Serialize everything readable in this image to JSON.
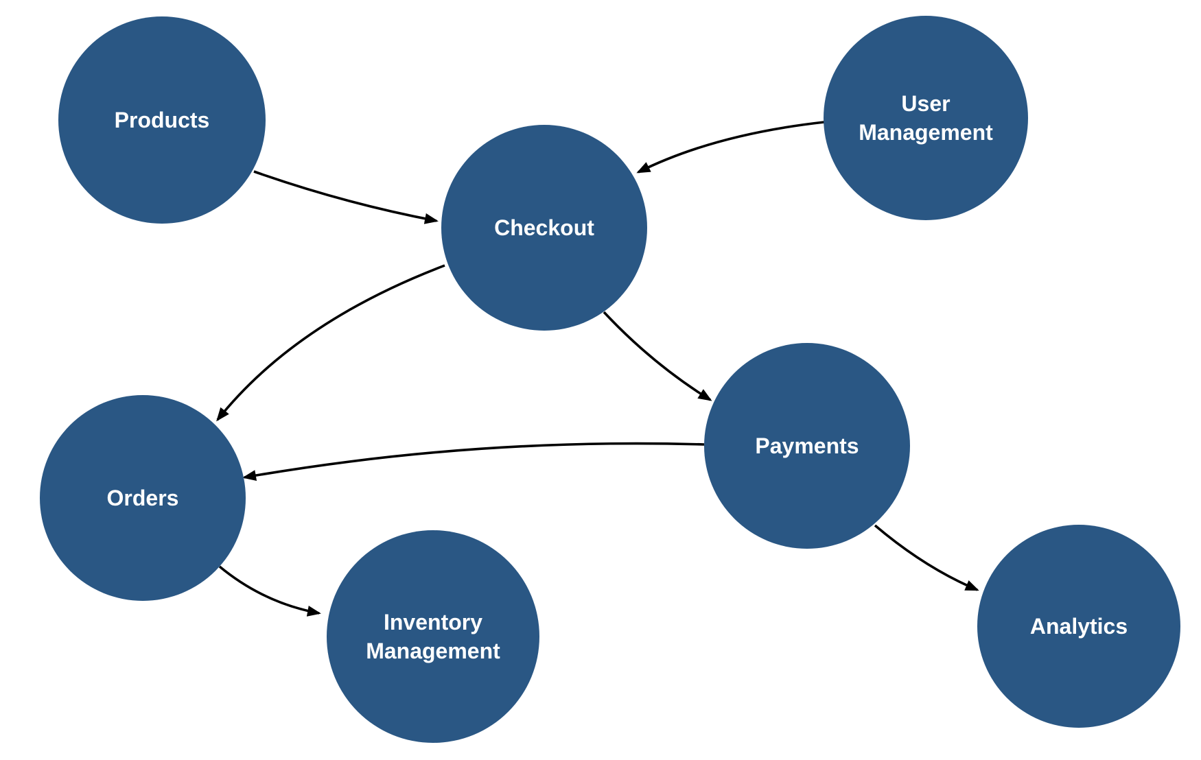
{
  "diagram": {
    "background_color": "#ffffff",
    "node_fill_color": "#2A5784",
    "node_text_color": "#ffffff",
    "edge_color": "#000000",
    "nodes": [
      {
        "id": "products",
        "label": "Products"
      },
      {
        "id": "user-management",
        "label": "User Management"
      },
      {
        "id": "checkout",
        "label": "Checkout"
      },
      {
        "id": "payments",
        "label": "Payments"
      },
      {
        "id": "orders",
        "label": "Orders"
      },
      {
        "id": "inventory-management",
        "label": "Inventory Management"
      },
      {
        "id": "analytics",
        "label": "Analytics"
      }
    ],
    "edges": [
      {
        "from": "Products",
        "to": "Checkout"
      },
      {
        "from": "User Management",
        "to": "Checkout"
      },
      {
        "from": "Checkout",
        "to": "Payments"
      },
      {
        "from": "Checkout",
        "to": "Orders"
      },
      {
        "from": "Payments",
        "to": "Orders"
      },
      {
        "from": "Orders",
        "to": "Inventory Management"
      },
      {
        "from": "Payments",
        "to": "Analytics"
      }
    ]
  }
}
